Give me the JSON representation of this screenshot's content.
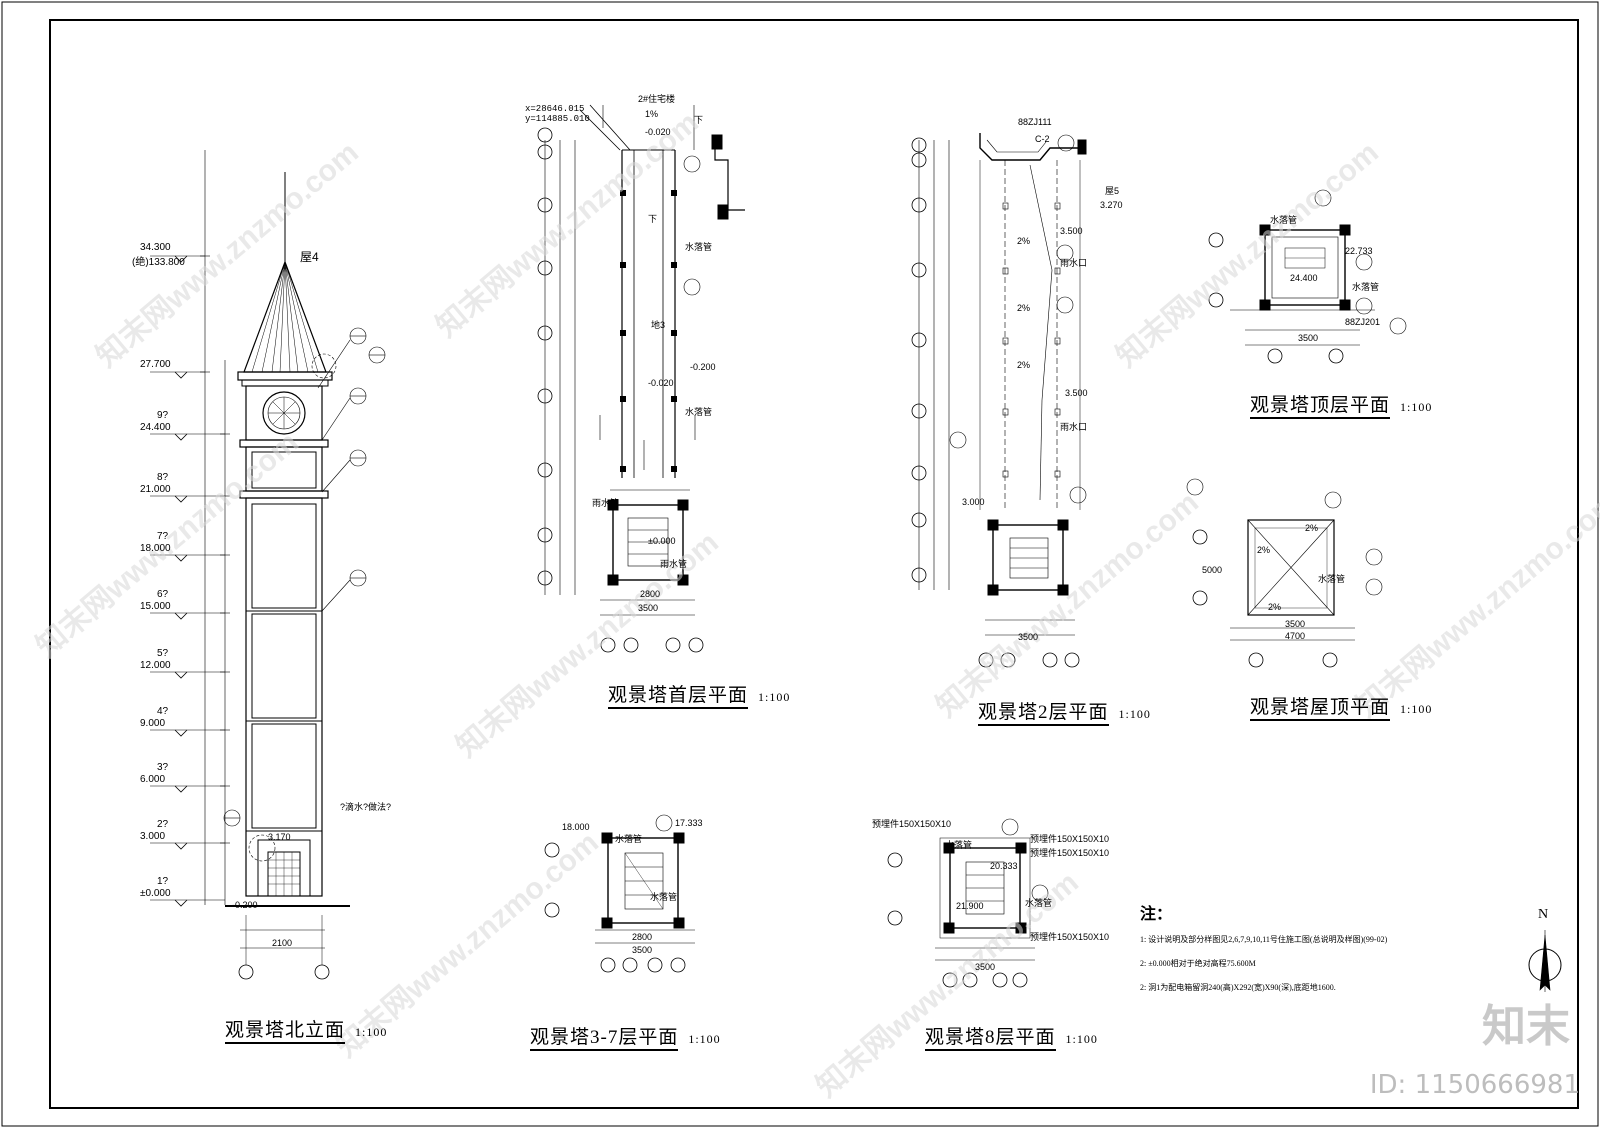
{
  "sheet": {
    "titles": {
      "north_elevation": "观景塔北立面",
      "first_floor": "观景塔首层平面",
      "second_floor": "观景塔2层平面",
      "top_floor": "观景塔顶层平面",
      "roof": "观景塔屋顶平面",
      "floors_3_7": "观景塔3-7层平面",
      "eighth_floor": "观景塔8层平面"
    },
    "scale": "1:100",
    "notes": {
      "heading": "注：",
      "items": [
        "1: 设计说明及部分样图见2,6,7,9,10,11号住施工图(总说明及样图)(99-02)",
        "2: ±0.000相对于绝对高程75.600M",
        "2: 洞1为配电箱留洞240(高)X292(宽)X90(深),底距地1600."
      ]
    },
    "north_label": "N",
    "brand": "知末",
    "image_id": "ID: 1150666981",
    "watermark": "知末网www.znzmo.com"
  },
  "elevation": {
    "levels": [
      {
        "name": "",
        "value": "34.300",
        "extra": "(绝)133.800"
      },
      {
        "name": "",
        "value": "27.700"
      },
      {
        "name": "9?",
        "value": "24.400"
      },
      {
        "name": "8?",
        "value": "21.000"
      },
      {
        "name": "7?",
        "value": "18.000"
      },
      {
        "name": "6?",
        "value": "15.000"
      },
      {
        "name": "5?",
        "value": "12.000"
      },
      {
        "name": "4?",
        "value": "9.000"
      },
      {
        "name": "3?",
        "value": "6.000"
      },
      {
        "name": "2?",
        "value": "3.000"
      },
      {
        "name": "1?",
        "value": "±0.000"
      }
    ],
    "labels": {
      "roof4": "屋4",
      "level_3170": "3.170",
      "level_m0200": "-0.200",
      "dims_bottom": "2100",
      "callout_water": "?滴水?做法?"
    }
  },
  "first_floor_plan": {
    "labels": {
      "building": "2#住宅楼",
      "coords_x": "x=28646.015",
      "coords_y": "y=114885.010",
      "slope": "1%",
      "level_m0020": "-0.020",
      "down": "下",
      "downpipe": "水落管",
      "mark3": "地3",
      "level_m0200": "-0.200",
      "zero": "±0.000",
      "rain_pipe": "雨水管",
      "dim_total": "3500",
      "dim_inner": "2800"
    }
  },
  "second_floor_plan": {
    "labels": {
      "ref1": "88ZJ111",
      "c2": "C-2",
      "roof5": "屋5",
      "level_3270": "3.270",
      "level_3500": "3.500",
      "slope": "2%",
      "rain_outlet": "雨水口",
      "level_3000": "3.000",
      "dim_total": "3500"
    }
  },
  "top_floor_plan": {
    "labels": {
      "level_22733": "22.733",
      "level_24400": "24.400",
      "downpipe": "水落管",
      "ref": "88ZJ201",
      "dim_total": "3500"
    }
  },
  "roof_plan": {
    "labels": {
      "slope": "2%",
      "downpipe": "水落管",
      "dim_5000": "5000",
      "dim_4700": "4700",
      "dim_3500": "3500"
    }
  },
  "floors_3_7_plan": {
    "labels": {
      "levels_left": "18.000",
      "levels_right": "17.333",
      "downpipe": "水落管",
      "dim_total": "3500",
      "dim_inner": "2800"
    }
  },
  "eighth_floor_plan": {
    "labels": {
      "embed": "预埋件150X150X10",
      "downpipe": "水落管",
      "level_20333": "20.333",
      "level_21900": "21.900",
      "dim_total": "3500"
    }
  }
}
